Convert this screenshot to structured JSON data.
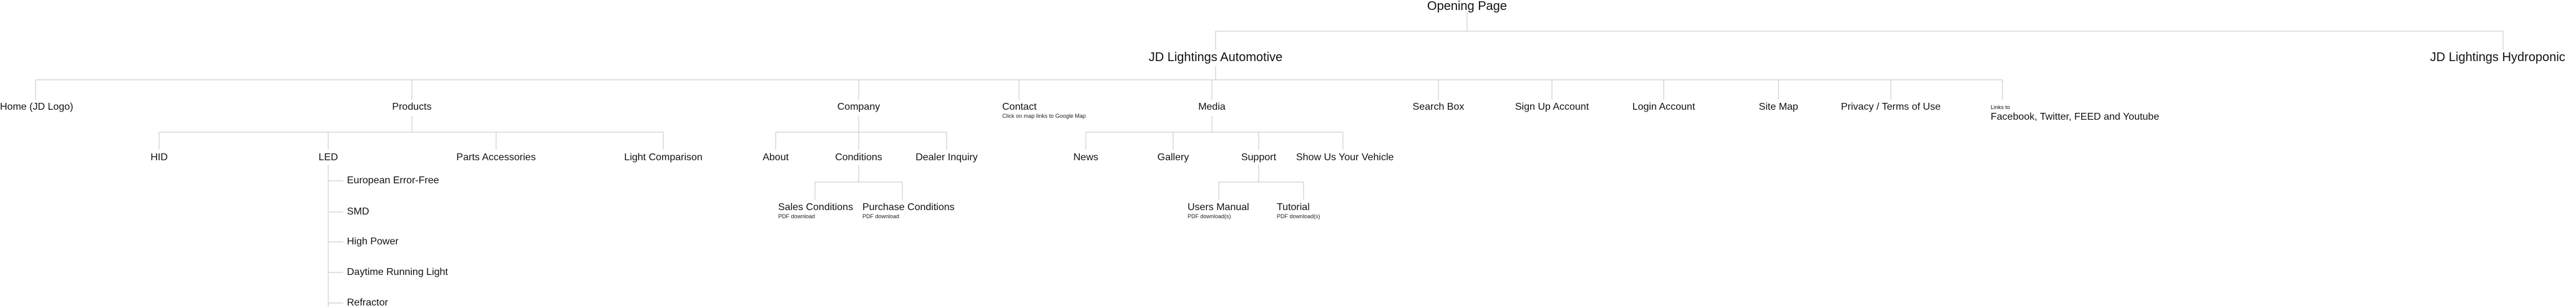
{
  "root": {
    "label": "Opening Page"
  },
  "sites": [
    {
      "label": "JD Lightings Automotive"
    },
    {
      "label": "JD Lightings Hydroponic"
    }
  ],
  "level1": {
    "home": "Home (JD Logo)",
    "products": "Products",
    "company": "Company",
    "contact": {
      "label": "Contact",
      "note": "Click on map links to Google Map"
    },
    "media": "Media",
    "search": "Search Box",
    "signup": "Sign Up Account",
    "login": "Login Account",
    "sitemap": "Site Map",
    "privacy": "Privacy / Terms of Use",
    "social": {
      "prefix": "Links to",
      "label": "Facebook, Twitter, FEED and Youtube"
    }
  },
  "products": {
    "hid": "HID",
    "led": "LED",
    "parts": "Parts Accessories",
    "compare": "Light Comparison",
    "led_children": [
      "European Error-Free",
      "SMD",
      "High Power",
      "Daytime Running Light",
      "Refractor"
    ]
  },
  "company": {
    "about": "About",
    "conditions": "Conditions",
    "dealer": "Dealer Inquiry",
    "sales": {
      "label": "Sales Conditions",
      "note": "PDF download"
    },
    "purchase": {
      "label": "Purchase Conditions",
      "note": "PDF download"
    }
  },
  "media": {
    "news": "News",
    "gallery": "Gallery",
    "support": "Support",
    "show": "Show Us Your Vehicle",
    "manual": {
      "label": "Users Manual",
      "note": "PDF download(s)"
    },
    "tutorial": {
      "label": "Tutorial",
      "note": "PDF download(s)"
    }
  }
}
